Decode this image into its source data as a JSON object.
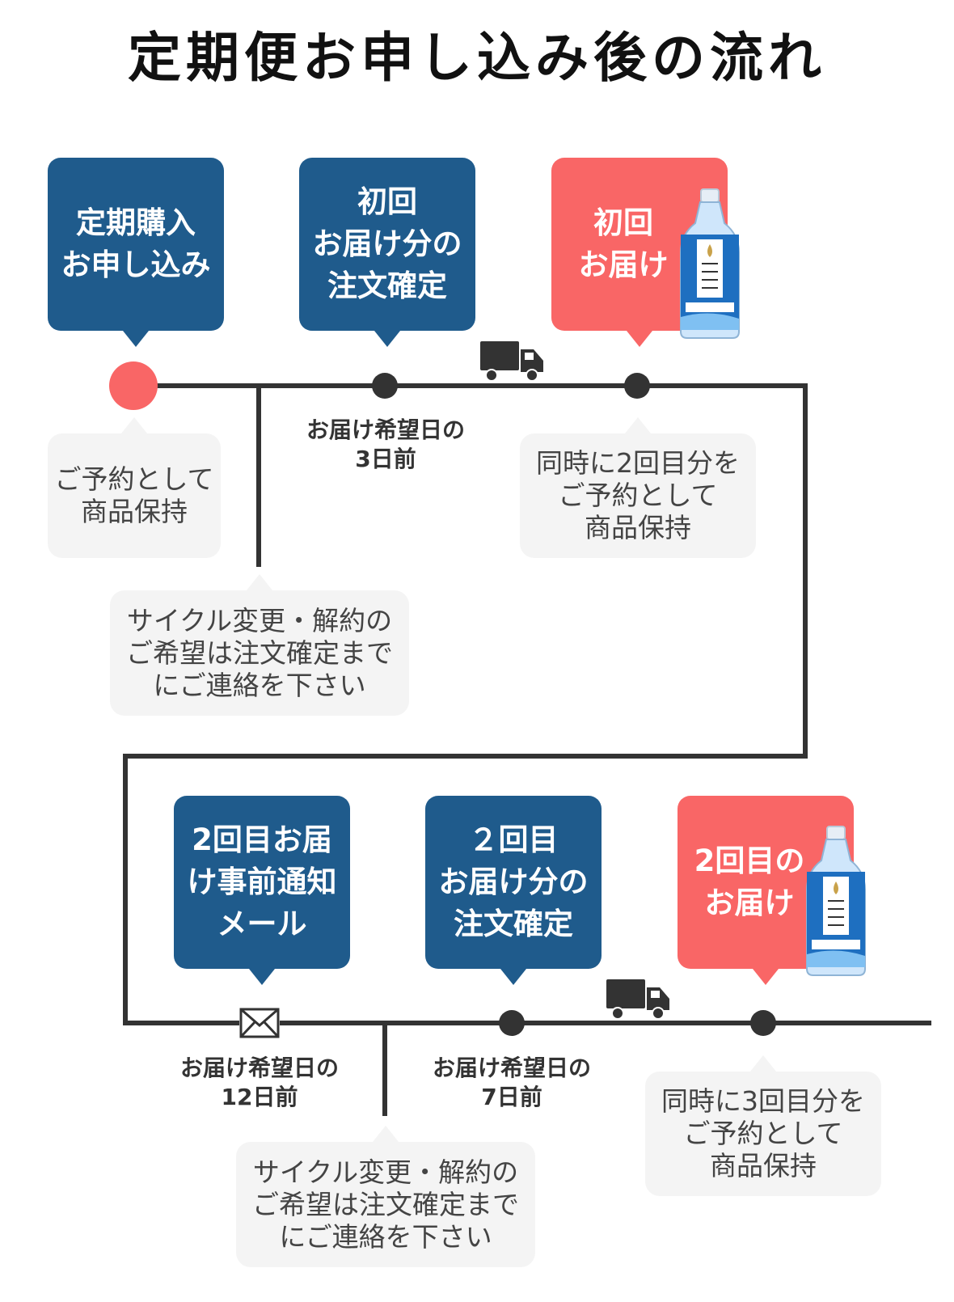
{
  "title": "定期便お申し込み後の流れ",
  "colors": {
    "navy": "#1f5b8c",
    "red": "#f96666",
    "line": "#333333",
    "note_bg": "#f4f4f4"
  },
  "steps": [
    {
      "label": "定期購入\nお申し込み",
      "color": "navy"
    },
    {
      "label": "初回\nお届け分の\n注文確定",
      "color": "navy"
    },
    {
      "label": "初回\nお届け",
      "color": "red",
      "icon": "water-bottle-icon"
    },
    {
      "label": "2回目お届\nけ事前通知\nメール",
      "color": "navy"
    },
    {
      "label": "２回目\nお届け分の\n注文確定",
      "color": "navy"
    },
    {
      "label": "2回目の\nお届け",
      "color": "red",
      "icon": "water-bottle-icon"
    }
  ],
  "captions": {
    "first_confirm": "お届け希望日の\n3日前",
    "mail": "お届け希望日の\n12日前",
    "second_confirm": "お届け希望日の\n7日前"
  },
  "notes": {
    "reserve": "ご予約として\n商品保持",
    "cycle_change_1": "サイクル変更・解約の\nご希望は注文確定まで\nにご連絡を下さい",
    "reserve_second": "同時に2回目分を\nご予約として\n商品保持",
    "cycle_change_2": "サイクル変更・解約の\nご希望は注文確定まで\nにご連絡を下さい",
    "reserve_third": "同時に3回目分を\nご予約として\n商品保持"
  },
  "icons": {
    "truck": "truck-icon",
    "mail": "envelope-icon",
    "bottle": "water-bottle-icon",
    "start": "start-dot"
  }
}
